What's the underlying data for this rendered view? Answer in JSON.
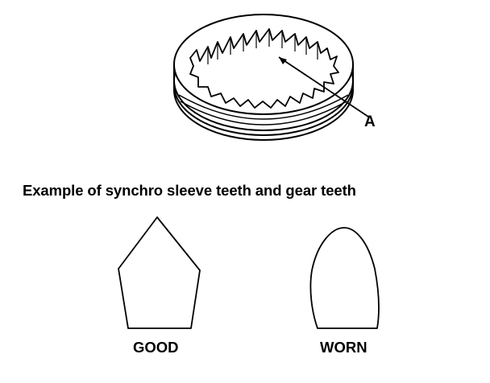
{
  "figure": {
    "callout": "A",
    "caption": "Example of synchro sleeve teeth and gear teeth",
    "teeth": [
      {
        "label": "GOOD",
        "shape": "pointed-pentagon"
      },
      {
        "label": "WORN",
        "shape": "rounded-dome"
      }
    ]
  },
  "colors": {
    "ink": "#000000",
    "paper": "#ffffff"
  }
}
